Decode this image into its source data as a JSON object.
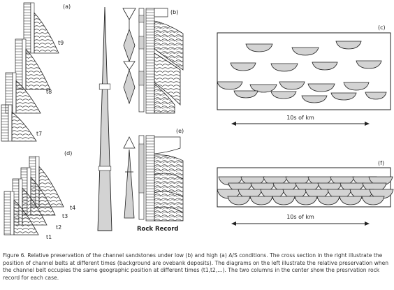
{
  "panels": {
    "a": "(a)",
    "b": "(b)",
    "c": "(c)",
    "d": "(d)",
    "e": "(e)",
    "f": "(f)"
  },
  "time_labels": {
    "t9": "t9",
    "t8": "t8",
    "t7": "t7",
    "t4": "t4",
    "t3": "t3",
    "t2": "t2",
    "t1": "t1"
  },
  "scale_c": "10s of km",
  "scale_f": "10s of km",
  "rock_record": "Rock Record",
  "caption": "Figure 6. Relative preservation of the channel sandstones under low (b) and high (a) A/S conditions. The cross section in the right illustrate the position of channel belts at different times (background are ovebank deposits). The diagrams on the left illustrate the relative preservation when the channel belt occupies the same geographic position at different times (t1,t2,...). The two columns in the center show the presrvation rock record for each case.",
  "colors": {
    "channel_fill": "#d3d3d3",
    "line": "#222222",
    "background": "#ffffff"
  }
}
